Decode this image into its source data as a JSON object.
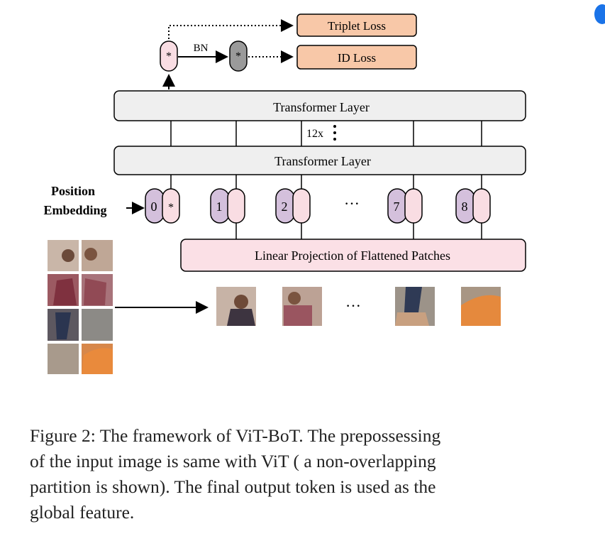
{
  "diagram": {
    "losses": {
      "triplet": "Triplet Loss",
      "id": "ID Loss"
    },
    "bn_label": "BN",
    "star": "*",
    "layer_top": "Transformer Layer",
    "layer_bottom": "Transformer Layer",
    "repeat": "12x",
    "position_embedding": [
      "Position",
      "Embedding"
    ],
    "tokens": [
      "0",
      "1",
      "2",
      "7",
      "8"
    ],
    "ellipsis": "···",
    "projection": "Linear Projection of Flattened Patches",
    "colors": {
      "loss_fill": "#f8c8a8",
      "layer_fill": "#efefef",
      "projection_fill": "#fbe0e6",
      "token_purple": "#d4c0dc",
      "token_pink": "#f9dde3",
      "bn_token": "#9a9a9a"
    }
  },
  "caption": {
    "lines": [
      "Figure 2:  The framework of ViT-BoT. The prepossessing",
      "of the input image is same with ViT ( a non-overlapping",
      "partition is shown).  The final output token is used as the",
      "global feature."
    ]
  },
  "badge_icon": "assistant-badge-icon"
}
